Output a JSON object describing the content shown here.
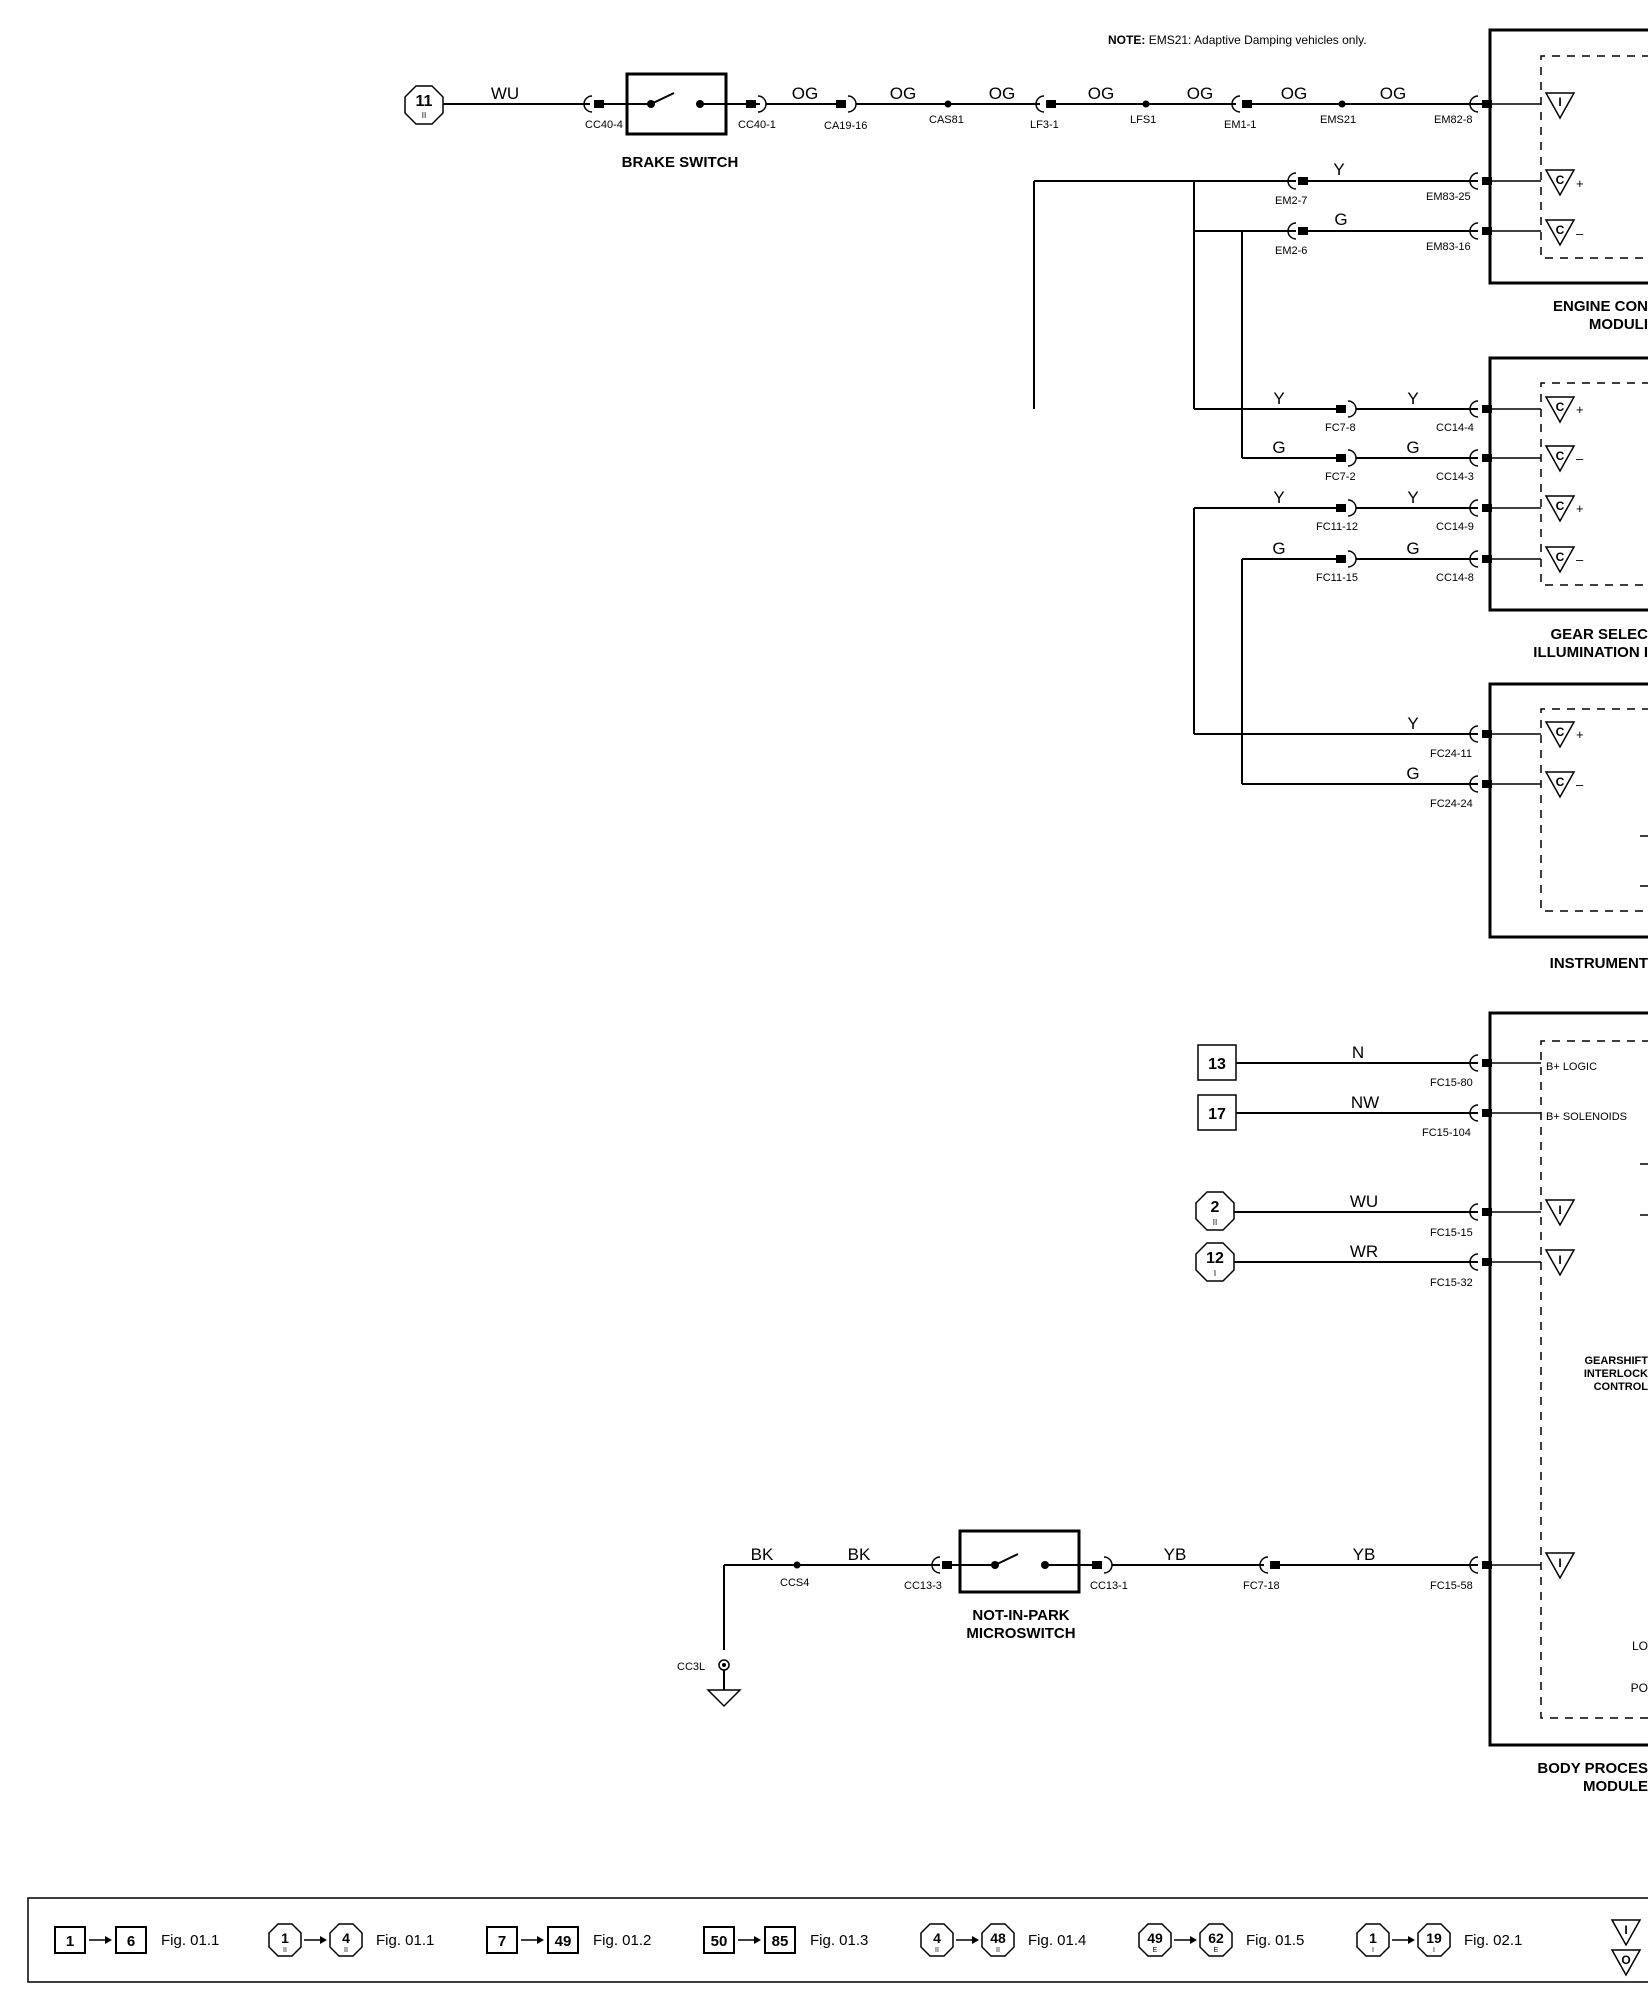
{
  "note": {
    "bold": "NOTE:",
    "text": "EMS21: Adaptive Damping vehicles only."
  },
  "refs": {
    "r11": {
      "num": "11",
      "sub": "II"
    },
    "r2": {
      "num": "2",
      "sub": "II"
    },
    "r12": {
      "num": "12",
      "sub": "I"
    },
    "b13": "13",
    "b17": "17"
  },
  "wires": {
    "brake": [
      "WU",
      "OG",
      "OG",
      "OG",
      "OG",
      "OG",
      "OG",
      "OG"
    ],
    "ecm": [
      "Y",
      "G"
    ],
    "gear": [
      "Y",
      "Y",
      "G",
      "G",
      "Y",
      "Y",
      "G",
      "G"
    ],
    "inst": [
      "Y",
      "G"
    ],
    "bpm": [
      "N",
      "NW",
      "WU",
      "WR"
    ],
    "park": [
      "BK",
      "BK",
      "YB",
      "YB"
    ]
  },
  "connectors": {
    "brake": [
      "CC40-4",
      "CC40-1",
      "CA19-16",
      "CAS81",
      "LF3-1",
      "LFS1",
      "EM1-1",
      "EMS21",
      "EM82-8"
    ],
    "ecm": [
      "EM2-7",
      "EM83-25",
      "EM2-6",
      "EM83-16"
    ],
    "gear": [
      "FC7-8",
      "CC14-4",
      "FC7-2",
      "CC14-3",
      "FC11-12",
      "CC14-9",
      "FC11-15",
      "CC14-8"
    ],
    "inst": [
      "FC24-11",
      "FC24-24"
    ],
    "bpm": [
      "FC15-80",
      "FC15-104",
      "FC15-15",
      "FC15-32"
    ],
    "park": [
      "CCS4",
      "CC13-3",
      "CC13-1",
      "FC7-18",
      "FC15-58",
      "CC3L"
    ]
  },
  "components": {
    "brake_switch": "BRAKE SWITCH",
    "ecm": [
      "ENGINE CON",
      "MODULI"
    ],
    "gear": [
      "GEAR SELEC",
      "ILLUMINATION I"
    ],
    "instrument": "INSTRUMENT",
    "body": [
      "BODY PROCES",
      "MODULE"
    ],
    "gearshift": [
      "GEARSHIFT",
      "INTERLOCK",
      "CONTROL"
    ],
    "park_switch": [
      "NOT-IN-PARK",
      "MICROSWITCH"
    ],
    "bpm_pins": {
      "logic": "B+ LOGIC",
      "solenoids": "B+ SOLENOIDS",
      "lo": "LO",
      "po": "PO"
    }
  },
  "symbols": {
    "I": "I",
    "C": "C",
    "O": "O",
    "plus": "+",
    "minus": "–"
  },
  "legend": [
    {
      "a": "1",
      "a_sub": "",
      "b": "6",
      "b_sub": "",
      "shape": "box",
      "fig": "Fig. 01.1"
    },
    {
      "a": "1",
      "a_sub": "II",
      "b": "4",
      "b_sub": "II",
      "shape": "oct",
      "fig": "Fig. 01.1"
    },
    {
      "a": "7",
      "a_sub": "",
      "b": "49",
      "b_sub": "",
      "shape": "box",
      "fig": "Fig. 01.2"
    },
    {
      "a": "50",
      "a_sub": "",
      "b": "85",
      "b_sub": "",
      "shape": "box",
      "fig": "Fig. 01.3"
    },
    {
      "a": "4",
      "a_sub": "II",
      "b": "48",
      "b_sub": "II",
      "shape": "oct",
      "fig": "Fig. 01.4"
    },
    {
      "a": "49",
      "a_sub": "E",
      "b": "62",
      "b_sub": "E",
      "shape": "oct",
      "fig": "Fig. 01.5"
    },
    {
      "a": "1",
      "a_sub": "I",
      "b": "19",
      "b_sub": "I",
      "shape": "oct",
      "fig": "Fig. 02.1"
    }
  ]
}
